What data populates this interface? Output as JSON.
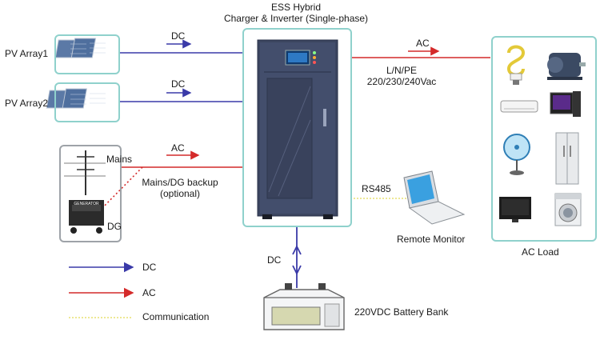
{
  "inverter": {
    "title_line1": "ESS Hybrid",
    "title_line2": "Charger & Inverter (Single-phase)"
  },
  "pv": {
    "array1": "PV Array1",
    "array2": "PV Array2"
  },
  "sources": {
    "mains": "Mains",
    "dg": "DG",
    "generator_plate": "GENERATOR"
  },
  "links": {
    "pv1": "DC",
    "pv2": "DC",
    "mains": "AC",
    "backup_line1": "Mains/DG backup",
    "backup_line2": "(optional)",
    "load": "AC",
    "load_spec_line1": "L/N/PE",
    "load_spec_line2": "220/230/240Vac",
    "rs485": "RS485",
    "battery": "DC"
  },
  "monitor": {
    "label": "Remote Monitor"
  },
  "battery": {
    "label": "220VDC Battery Bank"
  },
  "load": {
    "label": "AC Load"
  },
  "legend": {
    "dc": "DC",
    "ac": "AC",
    "comm": "Communication"
  },
  "colors": {
    "dc": "#3a3aa8",
    "ac": "#d42a2a",
    "comm": "#e8e070",
    "box_border": "#8fd1cc",
    "cabinet": "#3c4662"
  }
}
